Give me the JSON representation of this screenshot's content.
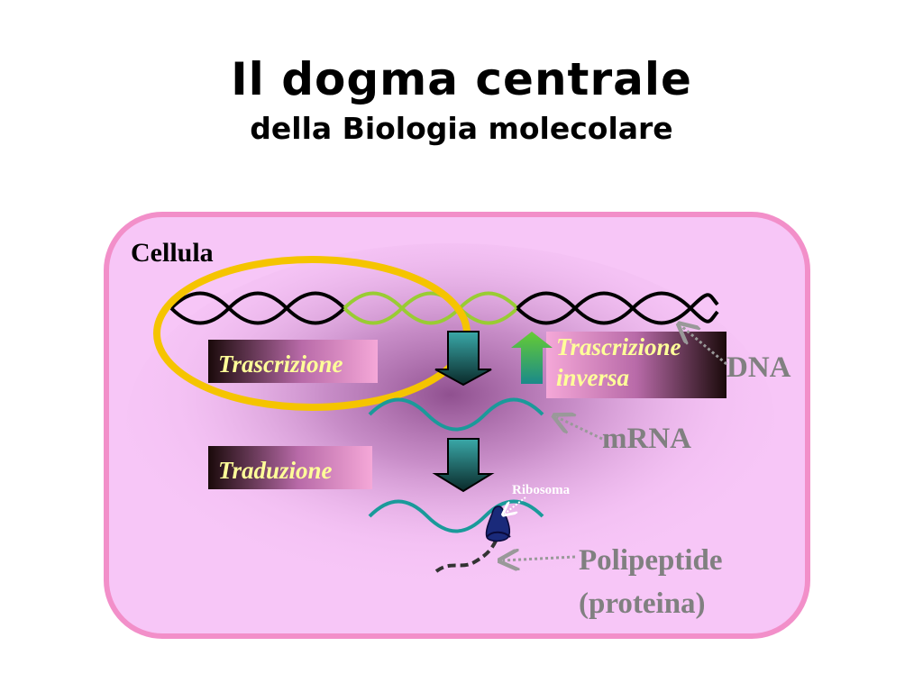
{
  "title": "Il dogma centrale",
  "subtitle": "della Biologia molecolare",
  "cell_label": "Cellula",
  "process_labels": {
    "transcription": "Trascrizione",
    "reverse_transcription_line1": "Trascrizione",
    "reverse_transcription_line2": "inversa",
    "translation": "Traduzione"
  },
  "molecule_labels": {
    "dna": "DNA",
    "mrna": "mRNA",
    "ribosome": "Ribosoma",
    "polypeptide_line1": "Polipeptide",
    "polypeptide_line2": "(proteina)"
  },
  "colors": {
    "cell_fill": "#f7c6f7",
    "cell_border": "#f28fc9",
    "highlight_ellipse": "#f5c400",
    "dna_strand": "#000000",
    "dna_highlight": "#99cc33",
    "mrna_strand": "#1a9a9a",
    "label_text": "#ffff99",
    "molecule_label": "#808080",
    "ribosome": "#1a2a7a"
  },
  "icons": {
    "down_arrow": "down-arrow-icon",
    "up_arrow": "up-arrow-icon",
    "ribosome": "ribosome-icon"
  }
}
